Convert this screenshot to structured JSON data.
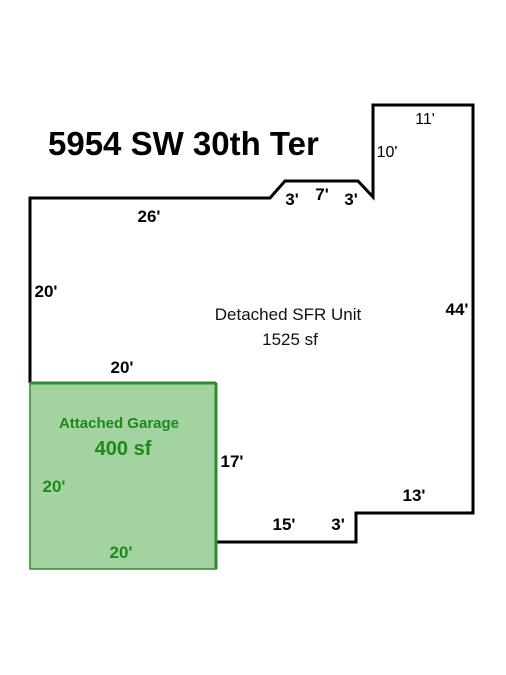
{
  "title": "5954 SW 30th Ter",
  "main_unit": {
    "label": "Detached SFR Unit",
    "area": "1525 sf"
  },
  "garage": {
    "label": "Attached Garage",
    "area": "400 sf"
  },
  "dimensions": {
    "top_left": "26'",
    "bump_left": "3'",
    "bump_top": "7'",
    "bump_right": "3'",
    "notch_vertical": "10'",
    "top_right": "11'",
    "right_side": "44'",
    "left_side": "20'",
    "garage_top": "20'",
    "garage_right": "17'",
    "bottom_mid": "15'",
    "bottom_step": "3'",
    "bottom_right": "13'",
    "garage_left": "20'",
    "garage_bottom": "20'"
  },
  "colors": {
    "outline": "#000000",
    "garage_fill": "#a3d3a0",
    "garage_stroke": "#2e8b2e",
    "garage_text": "#1e8a1e"
  }
}
